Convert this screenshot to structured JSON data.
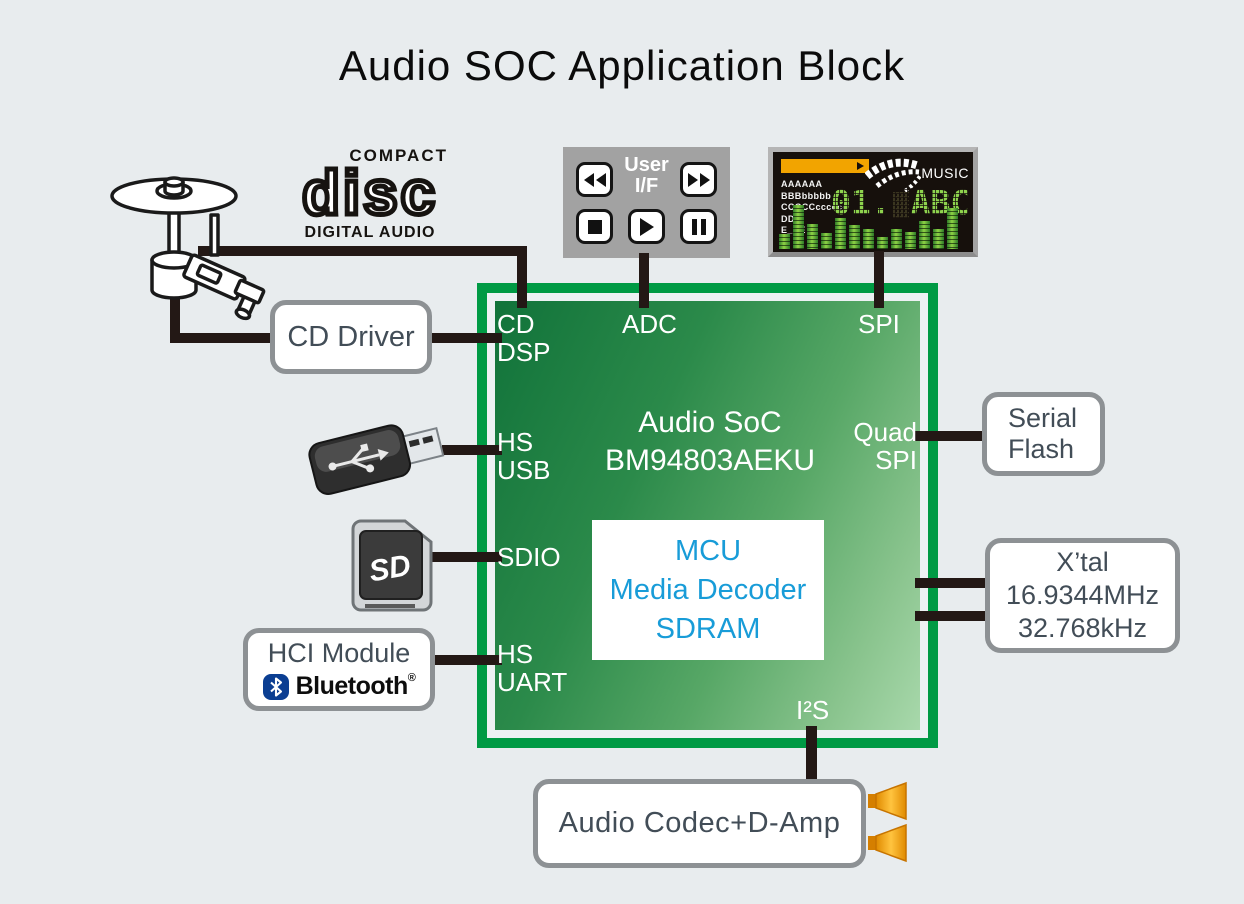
{
  "title": "Audio SOC Application Block",
  "colors": {
    "background": "#e8ecee",
    "chip_frame_green": "#009a44",
    "chip_gradient_dark": "#11733a",
    "chip_gradient_light": "#a8d8ab",
    "core_text_blue": "#189cd8",
    "wire_black": "#231815",
    "box_border_gray": "#8d9194",
    "box_text_gray": "#424d57",
    "panel_gray": "#a2a2a2",
    "display_orange": "#f2a400",
    "led_green": "#8ed34e",
    "bluetooth_blue": "#0b3e92",
    "speaker_orange": "#f0a30a"
  },
  "cd_logo": {
    "top": "COMPACT",
    "main": "disc",
    "bottom": "DIGITAL AUDIO"
  },
  "user_if": {
    "label": "User I/F",
    "buttons": [
      "rewind",
      "fast-forward",
      "stop",
      "play",
      "pause"
    ]
  },
  "display": {
    "brand": "MUSIC",
    "track_list": [
      "AAAAAA",
      "BBBbbbbb",
      "CCCCCcccccc",
      "DDD",
      "E_EE"
    ],
    "matrix_track": "01.",
    "matrix_title": "ABC",
    "spectrum": [
      33,
      95,
      55,
      35,
      68,
      52,
      44,
      27,
      44,
      36,
      60,
      44,
      90
    ]
  },
  "chip": {
    "name_line1": "Audio SoC",
    "name_line2": "BM94803AEKU",
    "core": {
      "line1": "MCU",
      "line2": "Media Decoder",
      "line3": "SDRAM"
    },
    "ports": {
      "cd_dsp_l1": "CD",
      "cd_dsp_l2": "DSP",
      "adc": "ADC",
      "spi": "SPI",
      "hs_usb_l1": "HS",
      "hs_usb_l2": "USB",
      "sdio": "SDIO",
      "hs_uart_l1": "HS",
      "hs_uart_l2": "UART",
      "quad_spi_l1": "Quad",
      "quad_spi_l2": "SPI",
      "i2s": "I²S"
    }
  },
  "boxes": {
    "cd_driver": "CD Driver",
    "serial_flash_l1": "Serial",
    "serial_flash_l2": "Flash",
    "xtal_l1": "X’tal",
    "xtal_l2": "16.9344MHz",
    "xtal_l3": "32.768kHz",
    "hci_l1": "HCI Module",
    "hci_bt": "Bluetooth",
    "hci_reg": "®",
    "codec": "Audio Codec+D-Amp"
  }
}
